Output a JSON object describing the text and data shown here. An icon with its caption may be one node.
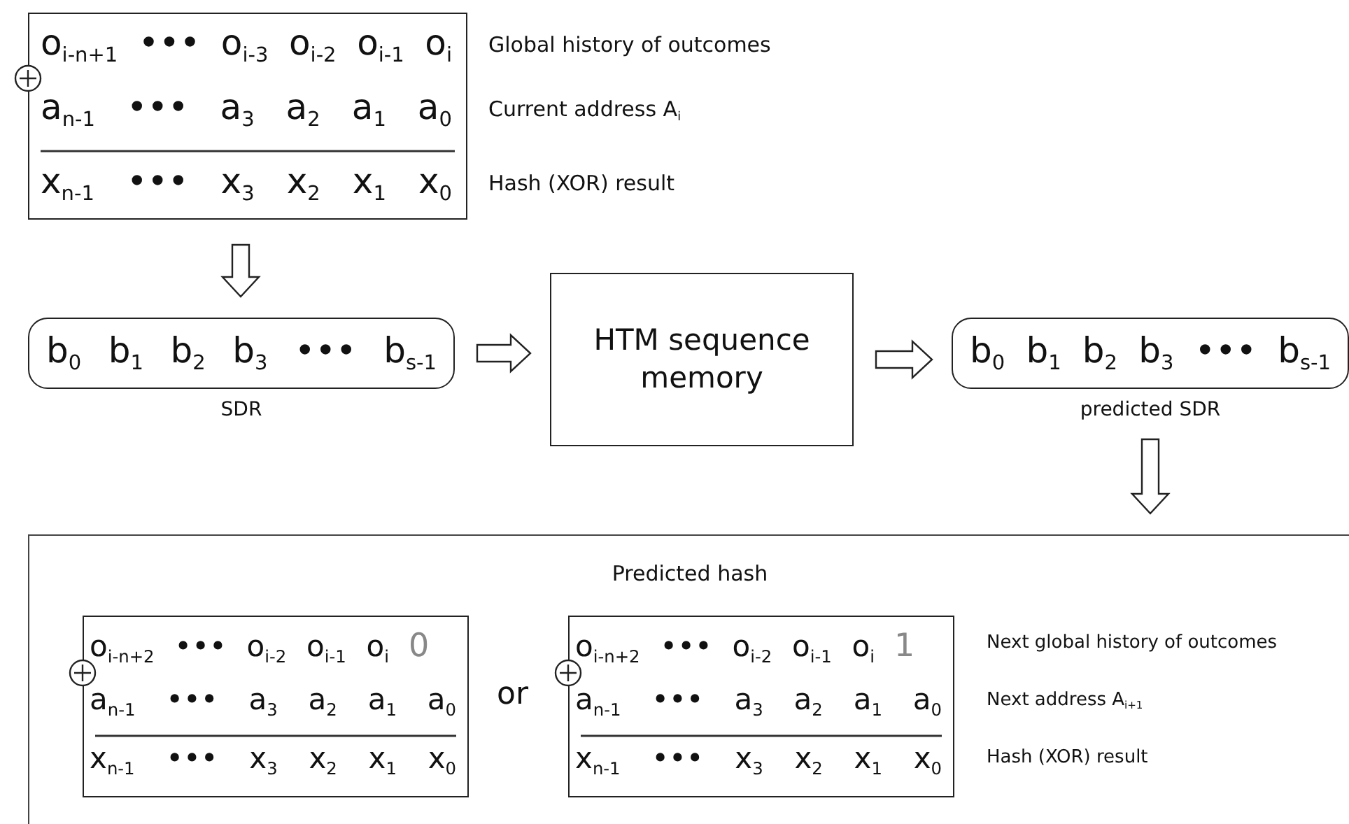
{
  "diagram": {
    "nodes": [
      {
        "text": [
          "o$_{i-n+1}$ ••• o$_{i-3}$ o$_{i-2}$ o$_{i-1}$ o$_{i}$",
          "a$_{n-1}$ ••• a$_{3}$ a$_{2}$ a$_{1}$ a$_{0}$",
          "x$_{n-1}$ ••• x$_{3}$ x$_{2}$ x$_{1}$ x$_{0}$"
        ],
        "beside": [
          "Global history of outcomes",
          "Current address A$_{i}$",
          "Hash (XOR) result"
        ]
      },
      {
        "text": [
          "b$_{0}$ b$_{1}$ b$_{2}$ b$_{3}$ ••• b$_{s-1}$"
        ],
        "beside": [
          "SDR"
        ]
      },
      {
        "text": [
          "HTM sequence memory"
        ]
      },
      {
        "text": [
          "b$_{0}$ b$_{1}$ b$_{2}$ b$_{3}$ ••• b$_{s-1}$"
        ],
        "beside": [
          "predicted SDR"
        ]
      },
      {
        "text": [
          "Predicted hash"
        ]
      },
      {
        "text": [
          "o$_{i-n+2}$ ••• o$_{i-2}$ o$_{i-1}$ o$_{i}$",
          "0",
          "a$_{n-1}$ ••• a$_{3}$ a$_{2}$ a$_{1}$ a$_{0}$",
          "x$_{n-1}$ ••• x$_{3}$ x$_{2}$ x$_{1}$ x$_{0}$"
        ],
        "in": 4
      },
      {
        "text": [
          "o$_{i-n+2}$ ••• o$_{i-2}$ o$_{i-1}$ o$_{i}$",
          "1",
          "a$_{n-1}$ ••• a$_{3}$ a$_{2}$ a$_{1}$ a$_{0}$",
          "x$_{n-1}$ ••• x$_{3}$ x$_{2}$ x$_{1}$ x$_{0}$"
        ],
        "in": 4,
        "beside": [
          "Next global history of outcomes",
          "Next address A$_{i+1}$",
          "Hash (XOR) result"
        ]
      }
    ],
    "edges": [
      {
        "from": 0,
        "to": 1,
        "arrow": "to"
      },
      {
        "from": 1,
        "to": 2,
        "arrow": "to"
      },
      {
        "from": 2,
        "to": 3,
        "arrow": "to"
      },
      {
        "from": 3,
        "to": 4,
        "arrow": "to"
      }
    ],
    "labels": [
      "or"
    ]
  }
}
